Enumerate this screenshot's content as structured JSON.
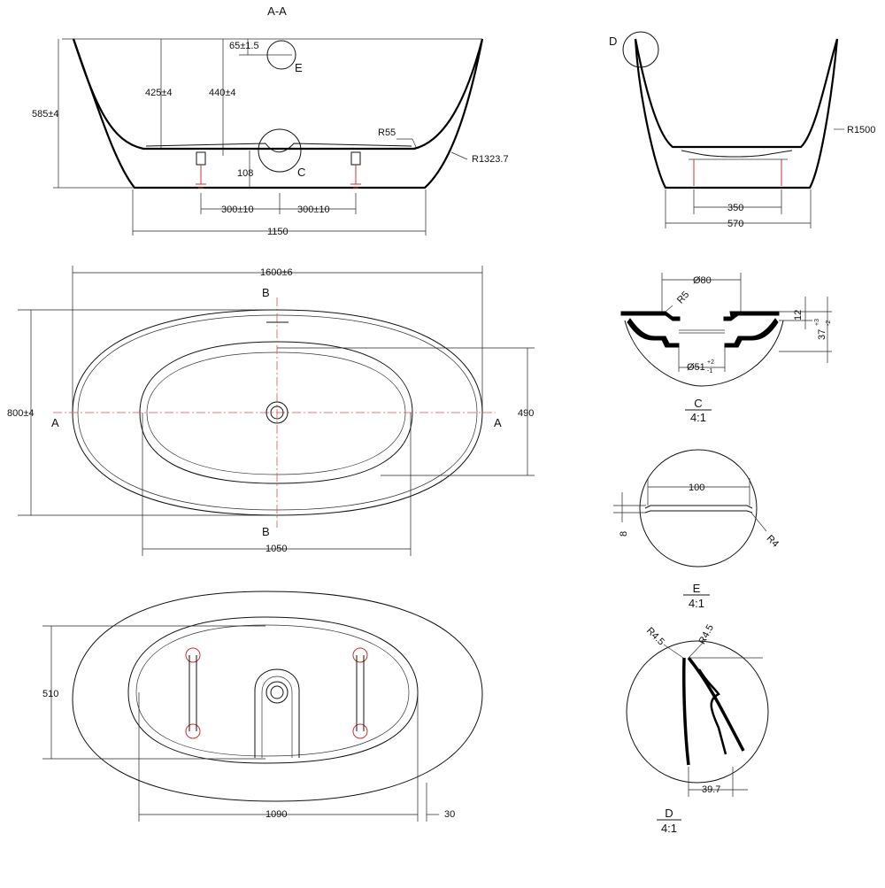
{
  "labels": {
    "section_aa": "A-A",
    "dim_65": "65±1.5",
    "detail_e_mark": "E",
    "dim_585": "585±4",
    "dim_425": "425±4",
    "dim_440": "440±4",
    "r55": "R55",
    "r1323": "R1323.7",
    "dim_108": "108",
    "detail_c_mark": "C",
    "dim_300_left": "300±10",
    "dim_300_right": "300±10",
    "dim_1150": "1150",
    "detail_d_mark": "D",
    "r1500": "R1500",
    "dim_350": "350",
    "dim_570": "570",
    "dim_1600": "1600±6",
    "b_top": "B",
    "b_bottom": "B",
    "a_left": "A",
    "a_right": "A",
    "dim_800": "800±4",
    "dim_490": "490",
    "dim_1050": "1050",
    "dim_510": "510",
    "dim_1090": "1090",
    "dim_30": "30",
    "c_phi80": "Ø80",
    "c_r5": "R5",
    "c_12": "12",
    "c_37": "37",
    "c_37_tol_up": "+3",
    "c_37_tol_down": "-2",
    "c_phi51": "Ø51",
    "c_phi51_tol_up": "+2",
    "c_phi51_tol_down": "-1",
    "c_title": "C",
    "c_scale": "4:1",
    "e_100": "100",
    "e_8": "8",
    "e_r4": "R4",
    "e_title": "E",
    "e_scale": "4:1",
    "d_r45_left": "R4.5",
    "d_r45_right": "R4.5",
    "d_397": "39.7",
    "d_title": "D",
    "d_scale": "4:1"
  }
}
